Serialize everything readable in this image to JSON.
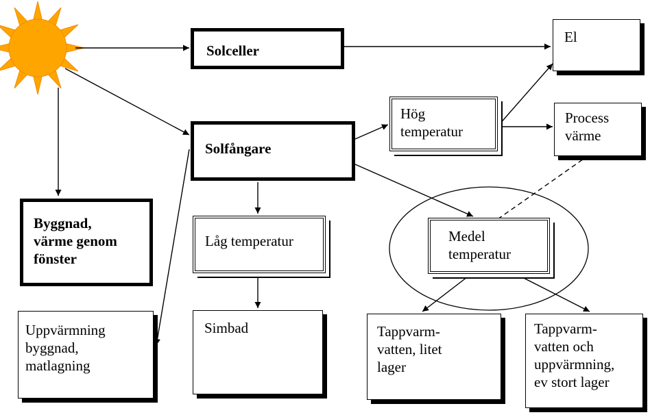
{
  "nodes": {
    "solceller": "Solceller",
    "el": "El",
    "hog_temperatur": "Hög\ntemperatur",
    "process_varme": "Process\nvärme",
    "solfangare": "Solfångare",
    "byggnad": "Byggnad,\nvärme genom\nfönster",
    "lag_temperatur": "Låg temperatur",
    "medel_temperatur": "Medel\ntemperatur",
    "uppvarmning": "Uppvärmning\nbyggnad,\nmatlagning",
    "simbad": "Simbad",
    "tappvarm_litet": "Tappvarm-\nvatten, litet\nlager",
    "tappvarm_stort": "Tappvarm-\nvatten och\nuppvärmning,\nev stort lager"
  },
  "colors": {
    "sun": "#FFA500",
    "line": "#000000"
  },
  "icons": {
    "sun": "sun-icon"
  }
}
